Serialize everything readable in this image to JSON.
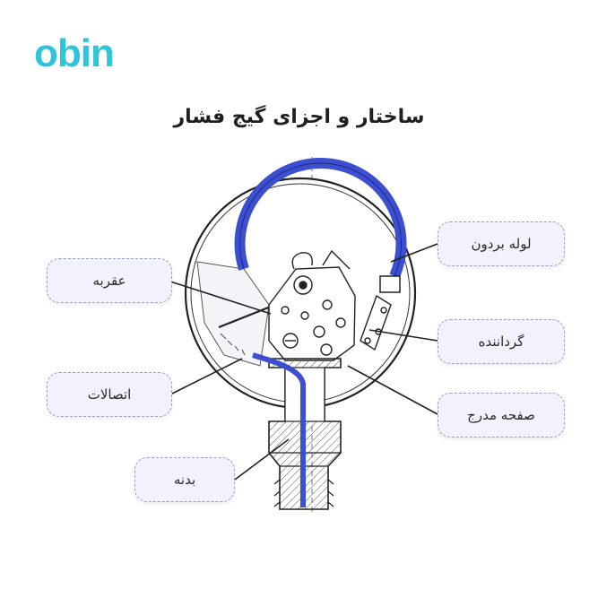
{
  "brand": {
    "logo_text": "obin",
    "logo_color": "#2ec4d9"
  },
  "title": "ساختار و اجزای گیج فشار",
  "labels": {
    "bourdon_tube": "لوله بردون",
    "pointer": "عقربه",
    "movement": "گرداننده",
    "connections": "اتصالات",
    "dial": "صفحه مدرج",
    "body": "بدنه"
  },
  "colors": {
    "tube": "#3d4fd1",
    "line": "#222222",
    "box_bg": "#f1f2fb",
    "box_border": "#9aa0bf"
  }
}
